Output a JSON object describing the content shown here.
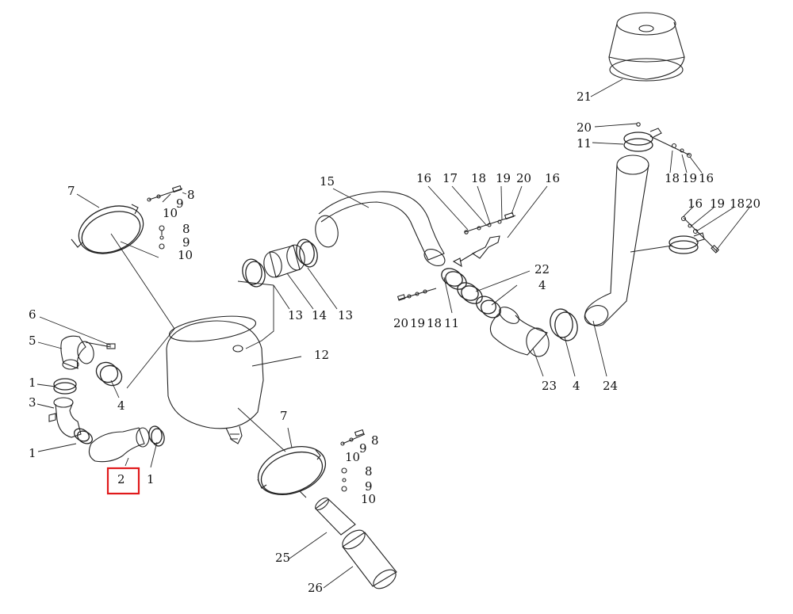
{
  "diagram": {
    "highlight_color": "#e0191b",
    "highlighted_callout": "2",
    "callouts": {
      "c1a": "1",
      "c1b": "1",
      "c1c": "1",
      "c2": "2",
      "c3": "3",
      "c4a": "4",
      "c4b": "4",
      "c4c": "4",
      "c5": "5",
      "c6": "6",
      "c7a": "7",
      "c7b": "7",
      "c8a": "8",
      "c8b": "8",
      "c8c": "8",
      "c8d": "8",
      "c9a": "9",
      "c9b": "9",
      "c9c": "9",
      "c9d": "9",
      "c10a": "10",
      "c10b": "10",
      "c10c": "10",
      "c10d": "10",
      "c11a": "11",
      "c11b": "11",
      "c12": "12",
      "c13a": "13",
      "c13b": "13",
      "c14": "14",
      "c15": "15",
      "c16a": "16",
      "c16b": "16",
      "c16c": "16",
      "c16d": "16",
      "c17": "17",
      "c18a": "18",
      "c18b": "18",
      "c18c": "18",
      "c18d": "18",
      "c19a": "19",
      "c19b": "19",
      "c19c": "19",
      "c19d": "19",
      "c20a": "20",
      "c20b": "20",
      "c20c": "20",
      "c20d": "20",
      "c21": "21",
      "c22": "22",
      "c23": "23",
      "c24": "24",
      "c25": "25",
      "c26": "26"
    }
  }
}
